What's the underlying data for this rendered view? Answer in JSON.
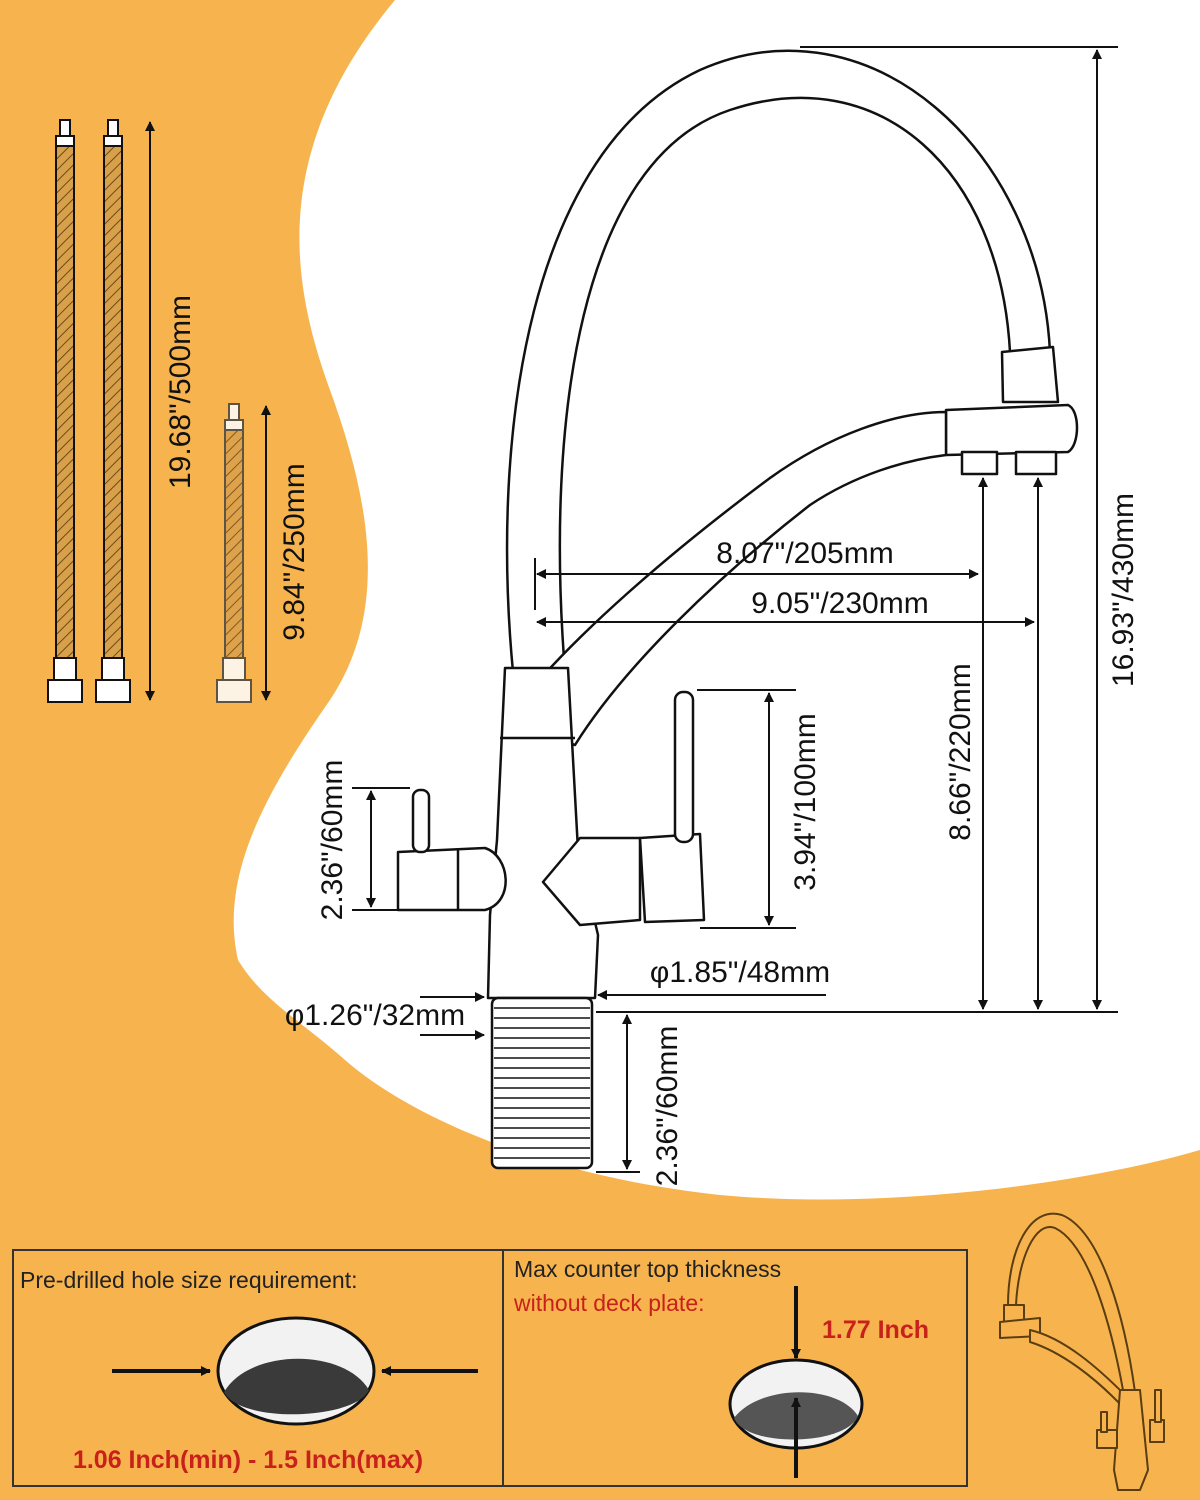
{
  "colors": {
    "background": "#f7b44e",
    "panel": "#ffffff",
    "line": "#111111",
    "accent_red": "#c8201a"
  },
  "hoses": {
    "long_length": "19.68\"/500mm",
    "short_length": "9.84\"/250mm"
  },
  "faucet": {
    "spout_reach_1": "8.07\"/205mm",
    "spout_reach_2": "9.05\"/230mm",
    "total_height": "16.93\"/430mm",
    "spout_height": "8.66\"/220mm",
    "right_handle_height": "3.94\"/100mm",
    "left_handle_height": "2.36\"/60mm",
    "base_diameter": "φ1.85\"/48mm",
    "shank_diameter": "φ1.26\"/32mm",
    "shank_length": "2.36\"/60mm"
  },
  "hole_box": {
    "title": "Pre-drilled hole size requirement:",
    "range": "1.06 Inch(min) - 1.5 Inch(max)"
  },
  "counter_box": {
    "title": "Max counter top thickness",
    "subtitle": "without deck plate:",
    "value": "1.77 Inch"
  }
}
